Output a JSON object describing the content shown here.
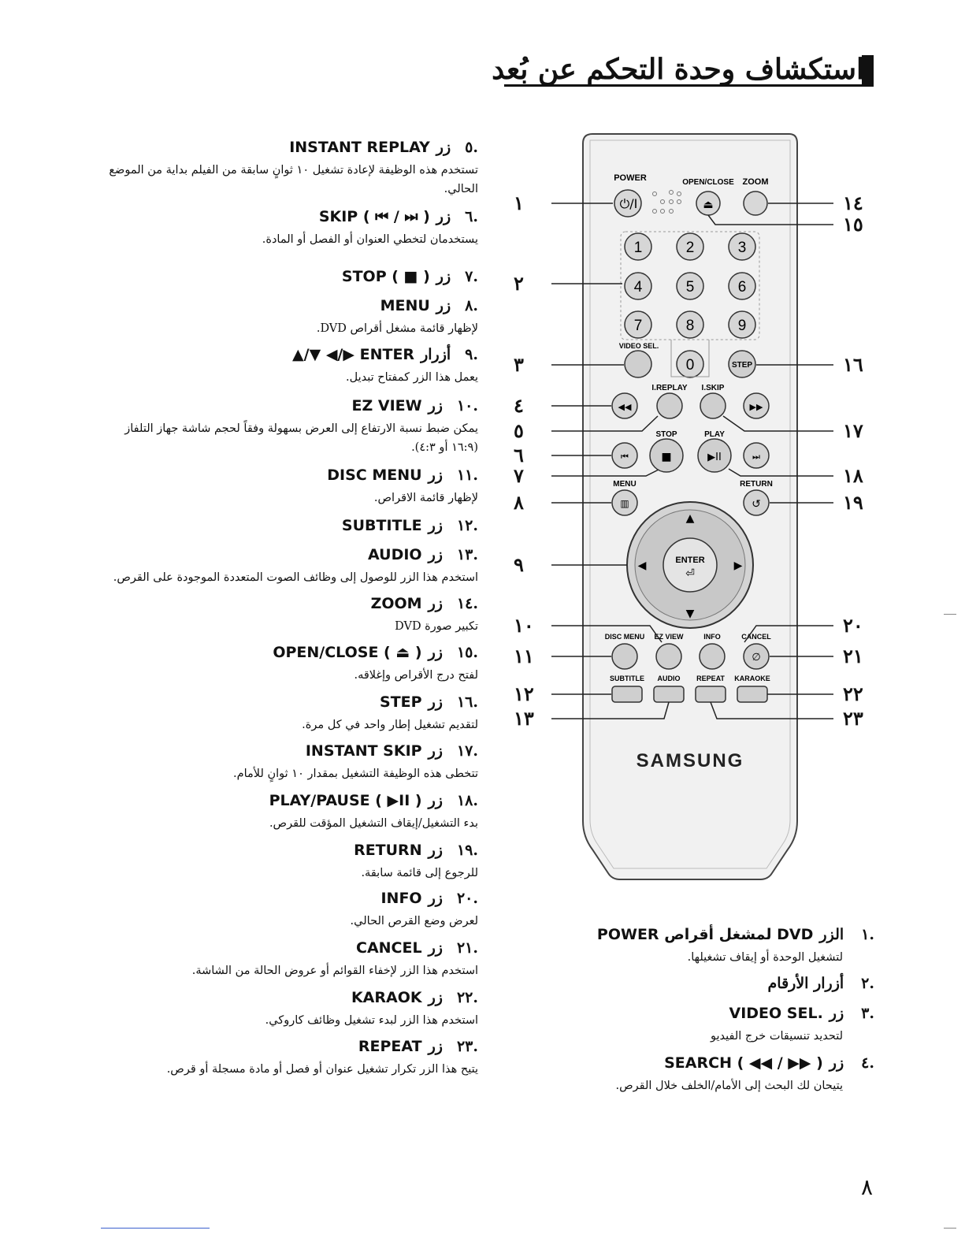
{
  "header": {
    "title": "استكشاف وحدة التحكم عن بُعد"
  },
  "page_number": "٨",
  "left_items": [
    {
      "num": ".٥",
      "label": "زر",
      "name": "INSTANT REPLAY",
      "desc": [
        "تستخدم هذه الوظيفة لإعادة تشغيل ١٠ ثوانٍ سابقة من الفيلم بداية من الموضع",
        "الحالي."
      ]
    },
    {
      "num": ".٦",
      "label": "زر",
      "name": "SKIP ( ⏮ / ⏭ )",
      "desc": [
        "يستخدمان لتخطي العنوان أو الفصل أو المادة."
      ]
    },
    {
      "num": ".٧",
      "label": "زر",
      "name": "STOP ( ■ )",
      "desc": []
    },
    {
      "num": ".٨",
      "label": "زر",
      "name": "MENU",
      "desc": [
        "لإظهار قائمة مشغل أقراص DVD."
      ]
    },
    {
      "num": ".٩",
      "label": "أزرار",
      "name": "▲/▼  ◀/▶ ENTER",
      "desc": [
        "يعمل هذا الزر كمفتاح تبديل."
      ]
    },
    {
      "num": ".١٠",
      "label": "زر",
      "name": "EZ VIEW",
      "desc": [
        "يمكن ضبط نسبة الارتفاع إلى العرض بسهولة وفقاً لحجم شاشة جهاز التلفاز",
        "(١٦:٩ أو ٤:٣)."
      ]
    },
    {
      "num": ".١١",
      "label": "زر",
      "name": "DISC MENU",
      "desc": [
        "لإظهار قائمة الاقراص."
      ]
    },
    {
      "num": ".١٢",
      "label": "زر",
      "name": "SUBTITLE",
      "desc": []
    },
    {
      "num": ".١٣",
      "label": "زر",
      "name": "AUDIO",
      "desc": [
        "استخدم هذا الزر للوصول إلى وظائف الصوت المتعددة الموجودة على القرص."
      ]
    },
    {
      "num": ".١٤",
      "label": "زر",
      "name": "ZOOM",
      "desc": [
        "تكبير صورة DVD"
      ]
    },
    {
      "num": ".١٥",
      "label": "زر",
      "name": "OPEN/CLOSE ( ⏏ )",
      "desc": [
        "لفتح درج الأقراص وإغلاقه."
      ]
    },
    {
      "num": ".١٦",
      "label": "زر",
      "name": "STEP",
      "desc": [
        "لتقديم تشغيل إطار واحد في كل مرة."
      ]
    },
    {
      "num": ".١٧",
      "label": "زر",
      "name": "INSTANT SKIP",
      "desc": [
        "تتخطى هذه الوظيفة التشغيل بمقدار ١٠ ثوانٍ للأمام."
      ]
    },
    {
      "num": ".١٨",
      "label": "زر",
      "name": "PLAY/PAUSE ( ▶II )",
      "desc": [
        "بدء التشغيل/إيقاف التشغيل المؤقت للقرص."
      ]
    },
    {
      "num": ".١٩",
      "label": "زر",
      "name": "RETURN",
      "desc": [
        "للرجوع إلى قائمة سابقة."
      ]
    },
    {
      "num": ".٢٠",
      "label": "زر",
      "name": "INFO",
      "desc": [
        "لعرض وضع القرص الحالي."
      ]
    },
    {
      "num": ".٢١",
      "label": "زر",
      "name": "CANCEL",
      "desc": [
        "استخدم هذا الزر لإخفاء القوائم أو عروض الحالة من الشاشة."
      ]
    },
    {
      "num": ".٢٢",
      "label": "زر",
      "name": "KARAOK",
      "desc": [
        "استخدم هذا الزر لبدء تشغيل وظائف كاروكي."
      ]
    },
    {
      "num": ".٢٣",
      "label": "زر",
      "name": "REPEAT",
      "desc": [
        "يتيح هذا الزر تكرار تشغيل عنوان أو فصل أو مادة مسجلة أو قرص."
      ]
    }
  ],
  "right_items": [
    {
      "num": ".١",
      "label": "الزر",
      "name": "POWER لمشغل أقراص DVD",
      "desc": [
        "لتشغيل الوحدة أو إيقاف تشغيلها."
      ]
    },
    {
      "num": ".٢",
      "label": "أزرار الأرقام",
      "name": "",
      "desc": []
    },
    {
      "num": ".٣",
      "label": "زر",
      "name": "VIDEO SEL.",
      "desc": [
        "لتحديد تنسيقات خرج الفيديو"
      ]
    },
    {
      "num": ".٤",
      "label": "زر",
      "name": "SEARCH ( ◀◀ / ▶▶ )",
      "desc": [
        "يتيحان لك البحث إلى الأمام/الخلف خلال القرص."
      ]
    }
  ],
  "callouts_left": [
    "١",
    "٢",
    "٣",
    "٤",
    "٥",
    "٦",
    "٧",
    "٨",
    "٩",
    "١٠",
    "١١",
    "١٢",
    "١٣"
  ],
  "callouts_right": [
    "١٤",
    "١٥",
    "١٦",
    "١٧",
    "١٨",
    "١٩",
    "٢٠",
    "٢١",
    "٢٢",
    "٢٣"
  ],
  "remote": {
    "brand": "SAMSUNG",
    "labels": {
      "power": "POWER",
      "power_glyph": "⏻/I",
      "open_close": "OPEN/CLOSE",
      "zoom": "ZOOM",
      "video_sel": "VIDEO SEL.",
      "step": "STEP",
      "i_replay": "I.REPLAY",
      "i_skip": "I.SKIP",
      "stop": "STOP",
      "play": "PLAY",
      "menu": "MENU",
      "return": "RETURN",
      "enter": "ENTER",
      "disc_menu": "DISC MENU",
      "ez_view": "EZ VIEW",
      "info": "INFO",
      "cancel": "CANCEL",
      "subtitle": "SUBTITLE",
      "audio": "AUDIO",
      "repeat": "REPEAT",
      "karaoke": "KARAOKE"
    },
    "digits": [
      "1",
      "2",
      "3",
      "4",
      "5",
      "6",
      "7",
      "8",
      "9",
      "0"
    ]
  }
}
